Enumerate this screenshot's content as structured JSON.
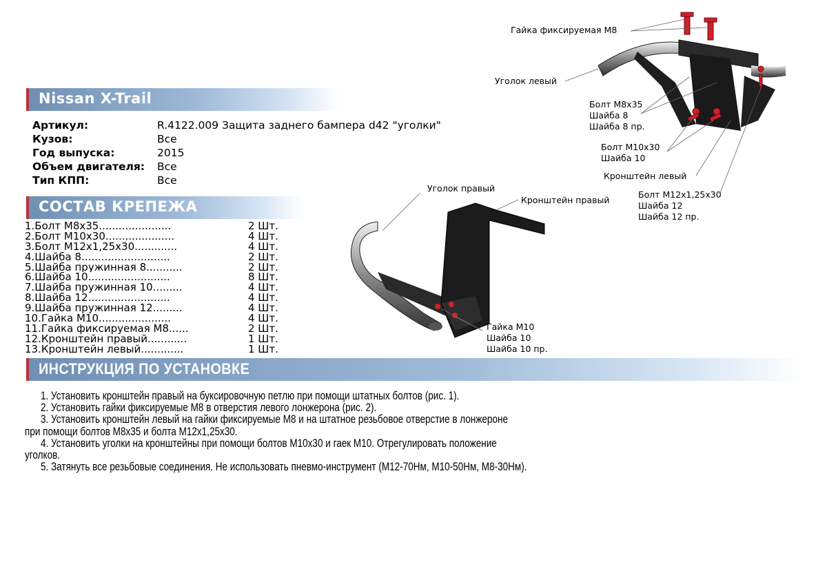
{
  "header": {
    "title": "Nissan X-Trail"
  },
  "info": [
    {
      "label": "Артикул:",
      "value": "R.4122.009 Защита заднего бампера d42 \"уголки\""
    },
    {
      "label": "Кузов:",
      "value": "Все"
    },
    {
      "label": "Год выпуска:",
      "value": "2015"
    },
    {
      "label": "Объем двигателя:",
      "value": "Все"
    },
    {
      "label": "Тип КПП:",
      "value": "Все"
    }
  ],
  "parts_section": {
    "title": "СОСТАВ КРЕПЕЖА",
    "items": [
      {
        "name": "1.Болт М8х35......................",
        "qty": "2 Шт."
      },
      {
        "name": "2.Болт М10х30.....................",
        "qty": "4 Шт."
      },
      {
        "name": "3.Болт М12х1,25х30.............",
        "qty": "4 Шт."
      },
      {
        "name": "4.Шайба 8...........................",
        "qty": "2 Шт."
      },
      {
        "name": "5.Шайба пружинная 8...........",
        "qty": "2 Шт."
      },
      {
        "name": "6.Шайба 10.........................",
        "qty": "8 Шт."
      },
      {
        "name": "7.Шайба пружинная 10.........",
        "qty": "4 Шт."
      },
      {
        "name": "8.Шайба 12.........................",
        "qty": "4 Шт."
      },
      {
        "name": "9.Шайба пружинная 12.........",
        "qty": "4 Шт."
      },
      {
        "name": "10.Гайка М10......................",
        "qty": "4 Шт."
      },
      {
        "name": "11.Гайка фиксируемая М8......",
        "qty": "2 Шт."
      },
      {
        "name": "12.Кронштейн правый............",
        "qty": "1 Шт."
      },
      {
        "name": "13.Кронштейн левый.............",
        "qty": "1 Шт."
      }
    ]
  },
  "instructions": {
    "title": "ИНСТРУКЦИЯ ПО УСТАНОВКЕ",
    "steps": [
      "1. Установить кронштейн правый на буксировочную петлю при помощи штатных болтов (рис. 1).",
      "2. Установить гайки фиксируемые М8 в отверстия левого лонжерона (рис. 2).",
      "3. Установить кронштейн левый на гайки фиксируемые М8 и на штатное резьбовое отверстие в лонжероне",
      "при помощи болтов М8х35 и болта М12х1,25х30.",
      "4. Установить уголки на кронштейны при помощи болтов М10х30 и гаек М10. Отрегулировать положение",
      "уголков.",
      "5. Затянуть все резьбовые соединения. Не использовать пневмо-инструмент (М12-70Нм, М10-50Нм, М8-30Нм)."
    ]
  },
  "diagram": {
    "labels": {
      "nut_m8": "Гайка фиксируемая М8",
      "corner_left": "Уголок левый",
      "bolt_m8": [
        "Болт М8х35",
        "Шайба 8",
        "Шайба 8 пр."
      ],
      "bolt_m10": [
        "Болт М10х30",
        "Шайба 10"
      ],
      "bracket_left": "Кронштейн левый",
      "bolt_m12": [
        "Болт М12х1,25х30",
        "Шайба 12",
        "Шайба 12 пр."
      ],
      "corner_right": "Уголок правый",
      "bracket_right": "Кронштейн правый",
      "nut_m10": [
        "Гайка М10",
        "Шайба 10",
        "Шайба 10 пр."
      ]
    }
  },
  "colors": {
    "accent": "#b8323a",
    "bar": "#6f8fb3",
    "fastener": "#d0202a"
  }
}
